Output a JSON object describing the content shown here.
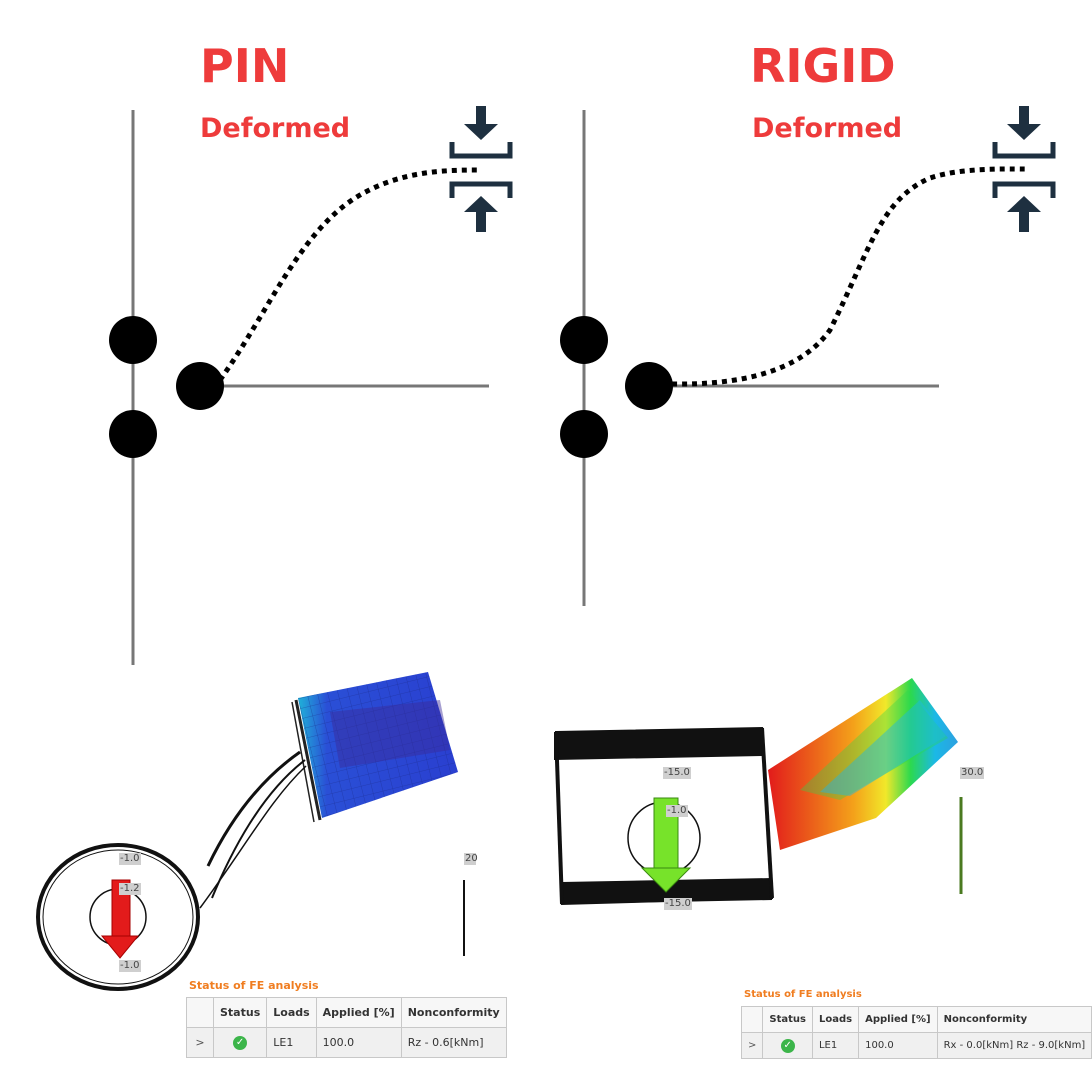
{
  "left_panel": {
    "title": "PIN",
    "subtitle": "Deformed",
    "fe_labels": [
      "-1.0",
      "-1.2",
      "-1.0",
      "20"
    ],
    "status": {
      "heading": "Status of FE analysis",
      "columns": [
        "Status",
        "Loads",
        "Applied [%]",
        "Nonconformity"
      ],
      "row": {
        "expander": ">",
        "status_icon": "check-icon",
        "load": "LE1",
        "applied": "100.0",
        "nonconformity": "Rz - 0.6[kNm]"
      }
    }
  },
  "right_panel": {
    "title": "RIGID",
    "subtitle": "Deformed",
    "fe_labels": [
      "-15.0",
      "-1.0",
      "-15.0",
      "30.0"
    ],
    "status": {
      "heading": "Status of FE analysis",
      "columns": [
        "Status",
        "Loads",
        "Applied [%]",
        "Nonconformity"
      ],
      "row": {
        "expander": ">",
        "status_icon": "check-icon",
        "load": "LE1",
        "applied": "100.0",
        "nonconformity": "Rx - 0.0[kNm]  Rz - 9.0[kNm]"
      }
    }
  },
  "colors": {
    "title_red": "#ee3b3b",
    "status_orange": "#f07d20",
    "icon_navy": "#1e3040",
    "axis_gray": "#777777",
    "success_green": "#3cb54a",
    "force_red": "#e31b1b",
    "force_green": "#77e32a"
  }
}
